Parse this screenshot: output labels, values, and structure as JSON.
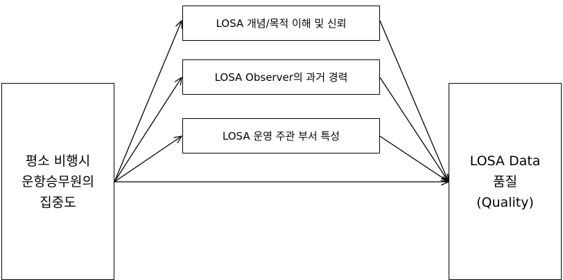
{
  "diagram": {
    "left_box": {
      "lines": [
        "평소 비행시",
        "운항승무원의",
        "집중도"
      ]
    },
    "middle_boxes": [
      {
        "label": "LOSA 개념/목적 이해 및 신뢰"
      },
      {
        "label": "LOSA Observer의 과거 경력"
      },
      {
        "label": "LOSA 운영 주관 부서 특성"
      }
    ],
    "right_box": {
      "lines": [
        "LOSA Data",
        "품질",
        "(Quality)"
      ]
    },
    "colors": {
      "stroke": "#000000",
      "background": "#ffffff"
    }
  }
}
